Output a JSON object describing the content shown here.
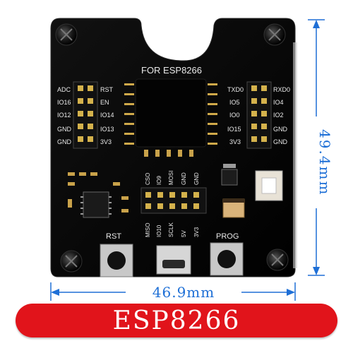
{
  "board": {
    "title_text": "FOR ESP8266",
    "left_pins_outer": [
      "ADC",
      "IO16",
      "IO12",
      "GND",
      "GND"
    ],
    "left_pins_inner": [
      "RST",
      "EN",
      "IO14",
      "IO13",
      "3V3"
    ],
    "right_pins_inner": [
      "TXD0",
      "IO5",
      "IO0",
      "IO15",
      "3V3"
    ],
    "right_pins_outer": [
      "RXD0",
      "IO4",
      "IO2",
      "GND",
      "GND"
    ],
    "bottom_pins_top": [
      "CSO",
      "IO9",
      "MOSI",
      "GND",
      "GND"
    ],
    "bottom_pins_bottom": [
      "MISO",
      "IO10",
      "SCLK",
      "5V",
      "3V3"
    ],
    "rst_label": "RST",
    "prog_label": "PROG"
  },
  "dimensions": {
    "height": "49.4mm",
    "width": "46.9mm"
  },
  "banner": {
    "text": "ESP8266",
    "color": "#e1141b"
  },
  "colors": {
    "dimension_lines": "#1e6fd6",
    "pcb": "#050505",
    "silkscreen": "#e9e9e9"
  }
}
